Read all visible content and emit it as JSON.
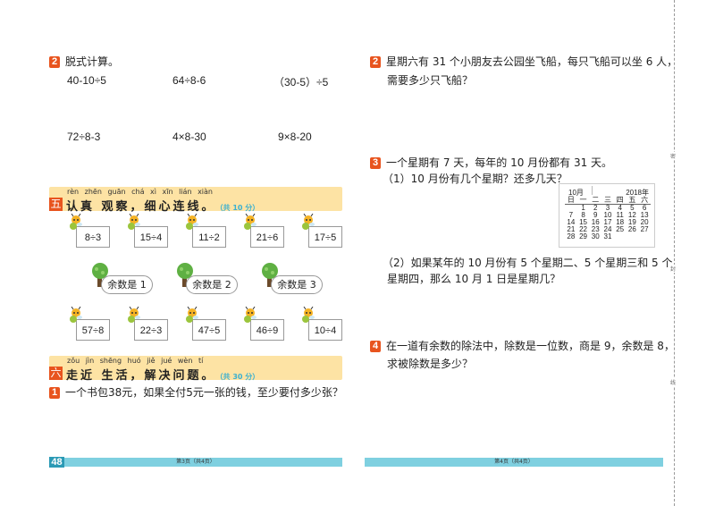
{
  "left": {
    "q2": {
      "number": "2",
      "title": "脱式计算。",
      "expressions": [
        "40-10÷5",
        "64÷8-6",
        "（30-5）÷5",
        "72÷8-3",
        "4×8-30",
        "9×8-20"
      ]
    },
    "section5": {
      "badge": "五",
      "pinyin": "rèn zhēn guān chá   xì xīn lián xiàn",
      "title": "认真 观察，细心连线。",
      "score": "（共 10 分）",
      "top_cards": [
        "8÷3",
        "15÷4",
        "11÷2",
        "21÷6",
        "17÷5"
      ],
      "bubbles": [
        "余数是 1",
        "余数是 2",
        "余数是 3"
      ],
      "bottom_cards": [
        "57÷8",
        "22÷3",
        "47÷5",
        "46÷9",
        "10÷4"
      ]
    },
    "section6": {
      "badge": "六",
      "pinyin": "zǒu jìn shēng huó   jiě jué wèn tí",
      "title": "走近 生活，解决问题。",
      "score": "（共 30 分）",
      "q1": {
        "number": "1",
        "text": "一个书包38元，如果全付5元一张的钱，至少要付多少张？"
      }
    },
    "footer": {
      "page_number": "48",
      "text": "第3页（共4页）"
    }
  },
  "right": {
    "q2": {
      "number": "2",
      "line1": "星期六有 31 个小朋友去公园坐飞船，每只飞船可以坐 6 人，",
      "line2": "需要多少只飞船？"
    },
    "q3": {
      "number": "3",
      "text": "一个星期有 7 天，每年的 10 月份都有 31 天。",
      "sub1": "（1）10 月份有几个星期？还多几天？",
      "sub2_line1": "（2）如果某年的 10 月份有 5 个星期二、5 个星期三和 5 个",
      "sub2_line2": "星期四，那么 10 月 1 日是星期几？"
    },
    "calendar": {
      "month": "10月",
      "year": "2018年",
      "weekdays": [
        "日",
        "一",
        "二",
        "三",
        "四",
        "五",
        "六"
      ],
      "weeks": [
        [
          "",
          "1",
          "2",
          "3",
          "4",
          "5",
          "6"
        ],
        [
          "7",
          "8",
          "9",
          "10",
          "11",
          "12",
          "13"
        ],
        [
          "14",
          "15",
          "16",
          "17",
          "18",
          "19",
          "20"
        ],
        [
          "21",
          "22",
          "23",
          "24",
          "25",
          "26",
          "27"
        ],
        [
          "28",
          "29",
          "30",
          "31",
          "",
          "",
          ""
        ]
      ]
    },
    "q4": {
      "number": "4",
      "line1": "在一道有余数的除法中，除数是一位数，商是 9，余数是 8，",
      "line2": "求被除数是多少？"
    },
    "footer": {
      "text": "第4页（共4页）"
    }
  },
  "margin": {
    "chars": [
      "密",
      "封",
      "线"
    ]
  },
  "colors": {
    "accent": "#e8541e",
    "banner": "#fde3a4",
    "footer": "#7fd0e0"
  }
}
